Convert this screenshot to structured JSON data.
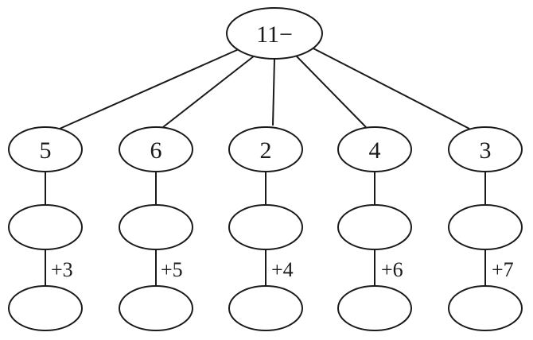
{
  "diagram": {
    "root": {
      "label": "11−"
    },
    "branches": [
      {
        "label": "5",
        "step": "+3"
      },
      {
        "label": "6",
        "step": "+5"
      },
      {
        "label": "2",
        "step": "+4"
      },
      {
        "label": "4",
        "step": "+6"
      },
      {
        "label": "3",
        "step": "+7"
      }
    ],
    "colors": {
      "stroke": "#1a1a1a",
      "background": "#ffffff"
    }
  }
}
